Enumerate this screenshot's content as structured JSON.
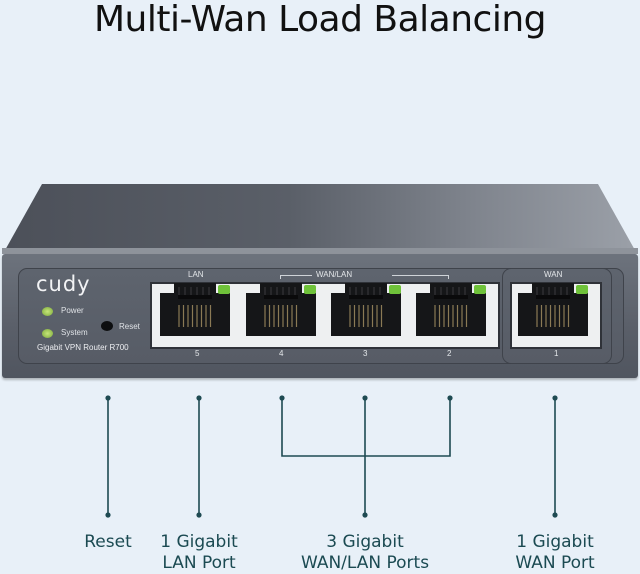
{
  "title": "Multi-Wan Load Balancing",
  "device": {
    "brand": "cudy",
    "model_text": "Gigabit VPN Router  R700",
    "leds": [
      {
        "label": "Power",
        "color": "#9ccc55"
      },
      {
        "label": "System",
        "color": "#9ccc55"
      }
    ],
    "reset_label": "Reset",
    "group_labels": {
      "lan": "LAN",
      "wan_lan": "WAN/LAN",
      "wan": "WAN"
    },
    "ports": [
      {
        "number": "5",
        "type": "LAN"
      },
      {
        "number": "4",
        "type": "WAN/LAN"
      },
      {
        "number": "3",
        "type": "WAN/LAN"
      },
      {
        "number": "2",
        "type": "WAN/LAN"
      },
      {
        "number": "1",
        "type": "WAN"
      }
    ]
  },
  "callouts": [
    {
      "line1": "Reset",
      "line2": ""
    },
    {
      "line1": "1 Gigabit",
      "line2": "LAN Port"
    },
    {
      "line1": "3 Gigabit",
      "line2": "WAN/LAN Ports"
    },
    {
      "line1": "1 Gigabit",
      "line2": "WAN Port"
    }
  ],
  "colors": {
    "background": "#e8f0f8",
    "callout_text": "#1b4a52",
    "leader_line": "#1e4a52",
    "port_led": "#6fc23a"
  }
}
